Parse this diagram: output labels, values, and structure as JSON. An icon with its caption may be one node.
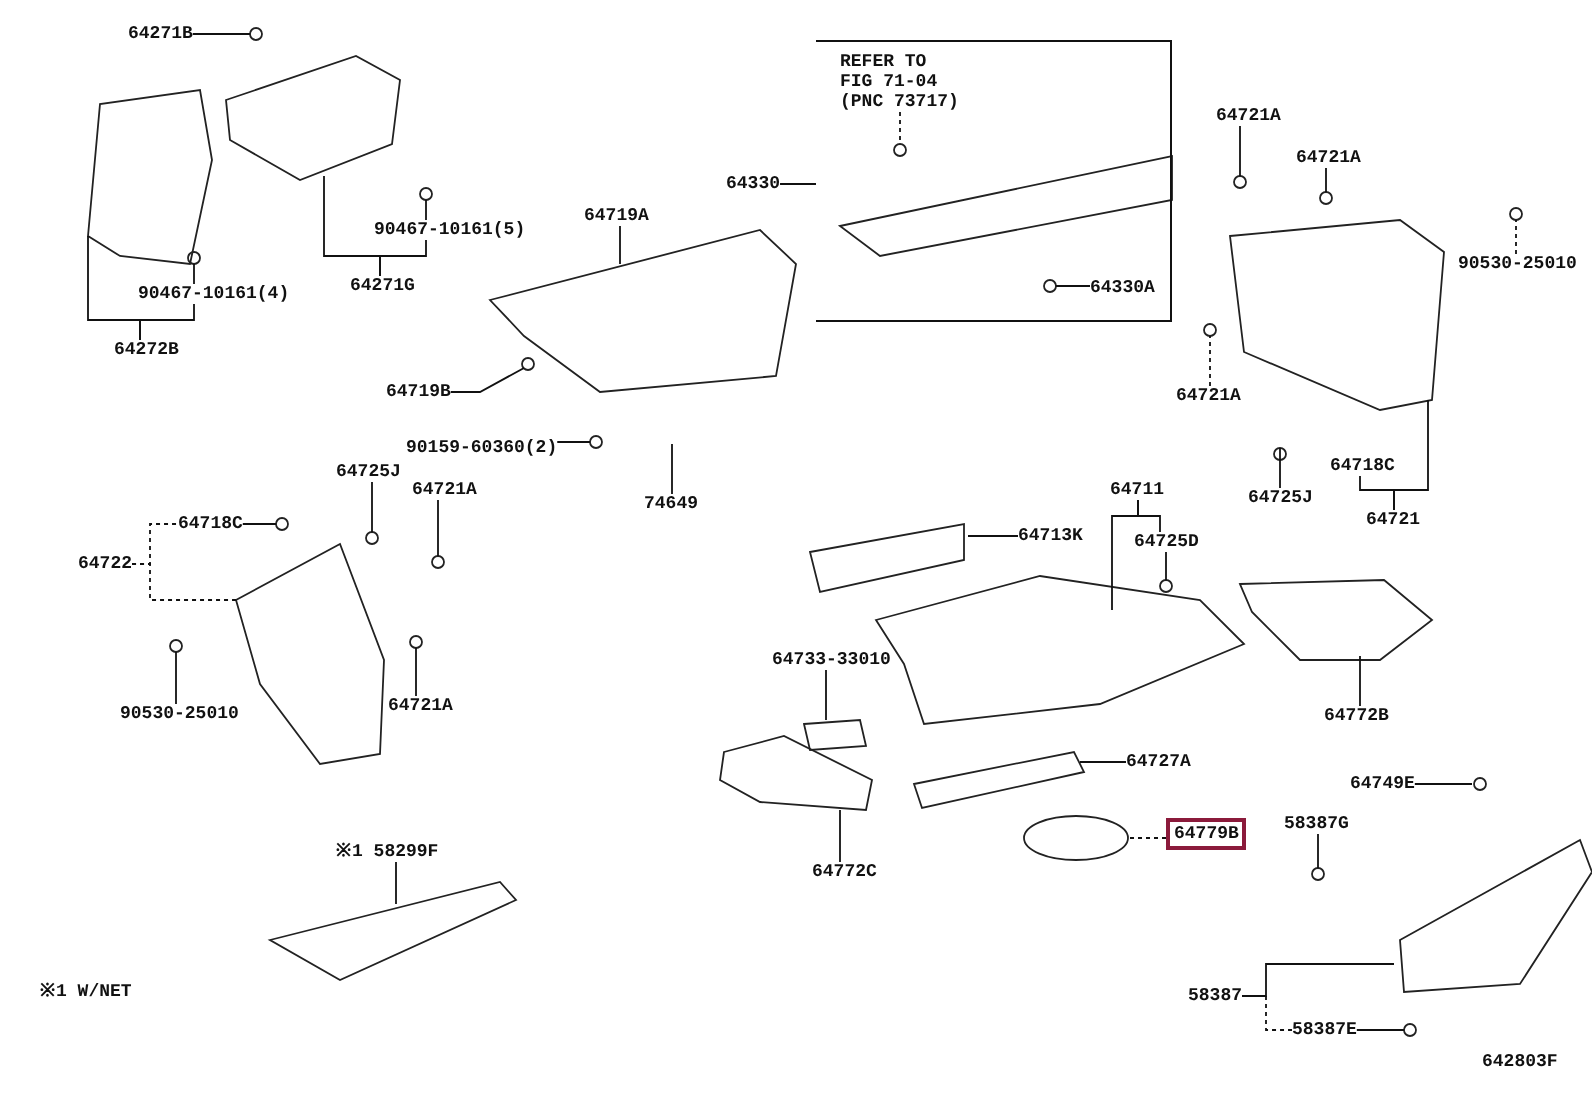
{
  "diagram": {
    "nodes": [
      {
        "text": [
          "64271B"
        ]
      },
      {
        "text": [
          "90467-10161(5)"
        ]
      },
      {
        "text": [
          "64271G"
        ]
      },
      {
        "text": [
          "90467-10161(4)"
        ]
      },
      {
        "text": [
          "64272B"
        ]
      },
      {
        "text": [
          "64719A"
        ]
      },
      {
        "text": [
          "64719B"
        ]
      },
      {
        "text": [
          "90159-60360(2)"
        ]
      },
      {
        "text": [
          "74649"
        ]
      },
      {
        "text": [],
        "shape": "box"
      },
      {
        "text": [
          "REFER TO FIG 71-04 (PNC 73717)"
        ],
        "in": 9
      },
      {
        "text": [
          "64330"
        ]
      },
      {
        "text": [
          "64330A"
        ],
        "in": 9
      },
      {
        "text": [
          "64721A"
        ]
      },
      {
        "text": [
          "64721A"
        ]
      },
      {
        "text": [
          "90530-25010"
        ]
      },
      {
        "text": [
          "64721A"
        ]
      },
      {
        "text": [
          "64725J"
        ]
      },
      {
        "text": [
          "64718C"
        ]
      },
      {
        "text": [
          "64721"
        ]
      },
      {
        "text": [
          "64725J"
        ]
      },
      {
        "text": [
          "64721A"
        ]
      },
      {
        "text": [
          "64718C"
        ]
      },
      {
        "text": [
          "64722"
        ]
      },
      {
        "text": [
          "90530-25010"
        ]
      },
      {
        "text": [
          "64721A"
        ]
      },
      {
        "text": [
          "※1 58299F"
        ]
      },
      {
        "text": [
          "64711"
        ]
      },
      {
        "text": [
          "64713K"
        ]
      },
      {
        "text": [
          "64725D"
        ]
      },
      {
        "text": [
          "64733-33010"
        ]
      },
      {
        "text": [
          "64772B"
        ]
      },
      {
        "text": [
          "64772C"
        ]
      },
      {
        "text": [
          "64727A"
        ]
      },
      {
        "text": [
          "64779B"
        ]
      },
      {
        "text": [
          "64749E"
        ]
      },
      {
        "text": [
          "58387G"
        ]
      },
      {
        "text": [
          "58387"
        ]
      },
      {
        "text": [
          "58387E"
        ]
      }
    ],
    "edges": [
      {
        "from": 0,
        "to": null,
        "arrow": "none"
      },
      {
        "from": 1,
        "to": null,
        "arrow": "none"
      },
      {
        "from": 2,
        "to": null,
        "arrow": "none"
      },
      {
        "from": 2,
        "to": 1,
        "arrow": "none"
      },
      {
        "from": 3,
        "to": null,
        "arrow": "none"
      },
      {
        "from": 4,
        "to": null,
        "arrow": "none"
      },
      {
        "from": 4,
        "to": 3,
        "arrow": "none"
      },
      {
        "from": 5,
        "to": null,
        "arrow": "none"
      },
      {
        "from": 6,
        "to": null,
        "arrow": "none"
      },
      {
        "from": 7,
        "to": null,
        "arrow": "none"
      },
      {
        "from": 8,
        "to": null,
        "arrow": "none"
      },
      {
        "from": 10,
        "to": null,
        "arrow": "none",
        "style": "dashed"
      },
      {
        "from": 11,
        "to": 9,
        "arrow": "none"
      },
      {
        "from": 12,
        "to": null,
        "arrow": "none"
      },
      {
        "from": 13,
        "to": null,
        "arrow": "none"
      },
      {
        "from": 14,
        "to": null,
        "arrow": "none"
      },
      {
        "from": 15,
        "to": null,
        "arrow": "none",
        "style": "dashed"
      },
      {
        "from": 16,
        "to": null,
        "arrow": "none",
        "style": "dashed"
      },
      {
        "from": 17,
        "to": null,
        "arrow": "none"
      },
      {
        "from": 19,
        "to": 18,
        "arrow": "none"
      },
      {
        "from": 19,
        "to": null,
        "arrow": "none"
      },
      {
        "from": 20,
        "to": null,
        "arrow": "none"
      },
      {
        "from": 21,
        "to": null,
        "arrow": "none"
      },
      {
        "from": 22,
        "to": null,
        "arrow": "none"
      },
      {
        "from": 23,
        "to": 22,
        "arrow": "none",
        "style": "dashed"
      },
      {
        "from": 23,
        "to": null,
        "arrow": "none",
        "style": "dashed"
      },
      {
        "from": 24,
        "to": null,
        "arrow": "none"
      },
      {
        "from": 25,
        "to": null,
        "arrow": "none"
      },
      {
        "from": 26,
        "to": null,
        "arrow": "none"
      },
      {
        "from": 27,
        "to": null,
        "arrow": "none"
      },
      {
        "from": 27,
        "to": 29,
        "arrow": "none"
      },
      {
        "from": 28,
        "to": null,
        "arrow": "none"
      },
      {
        "from": 29,
        "to": null,
        "arrow": "none"
      },
      {
        "from": 30,
        "to": null,
        "arrow": "none"
      },
      {
        "from": 31,
        "to": null,
        "arrow": "none"
      },
      {
        "from": 32,
        "to": null,
        "arrow": "none"
      },
      {
        "from": 33,
        "to": null,
        "arrow": "none"
      },
      {
        "from": 34,
        "to": null,
        "arrow": "none",
        "style": "dashed"
      },
      {
        "from": 35,
        "to": null,
        "arrow": "none"
      },
      {
        "from": 36,
        "to": null,
        "arrow": "none"
      },
      {
        "from": 37,
        "to": null,
        "arrow": "none"
      },
      {
        "from": 37,
        "to": 38,
        "arrow": "none",
        "style": "dashed"
      },
      {
        "from": 38,
        "to": null,
        "arrow": "none"
      }
    ],
    "labels": [
      "※1 W/NET",
      "642803F"
    ]
  }
}
